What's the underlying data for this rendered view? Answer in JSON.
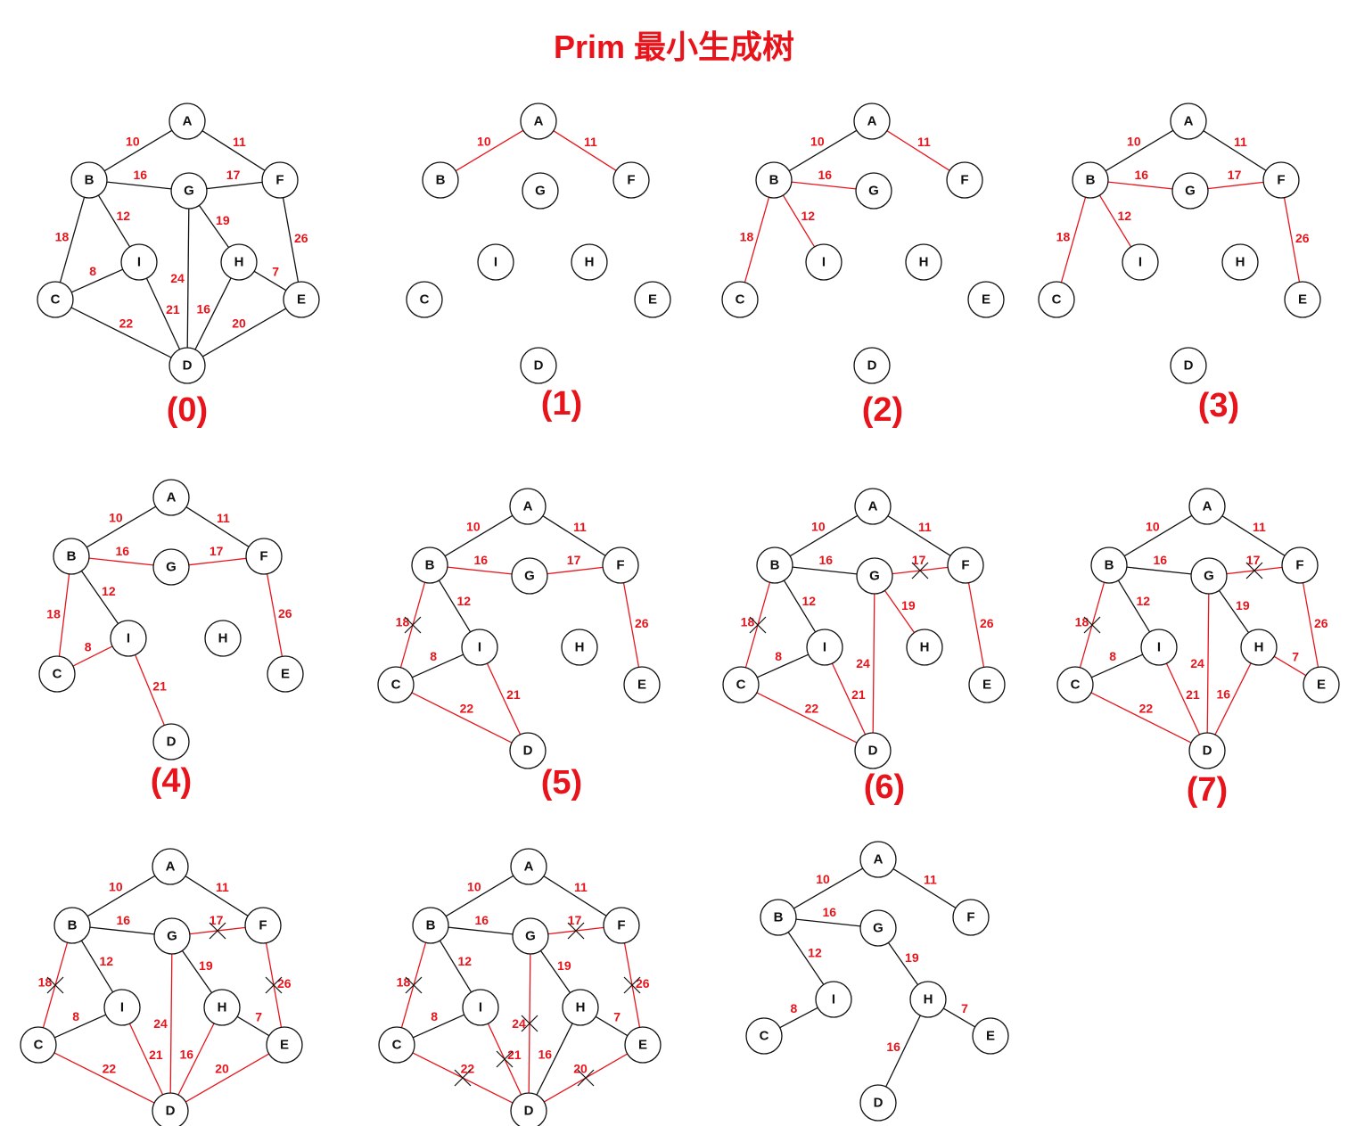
{
  "title": "Prim 最小生成树",
  "colors": {
    "tree": "#e8141b",
    "graph": "#111111",
    "weight": "#e8141b",
    "title": "#e8141b"
  },
  "panels": [
    {
      "label": "(0)",
      "edges": [
        {
          "u": "A",
          "v": "B",
          "w": "10",
          "c": "graph"
        },
        {
          "u": "A",
          "v": "F",
          "w": "11",
          "c": "graph"
        },
        {
          "u": "B",
          "v": "G",
          "w": "16",
          "c": "graph"
        },
        {
          "u": "G",
          "v": "F",
          "w": "17",
          "c": "graph"
        },
        {
          "u": "B",
          "v": "C",
          "w": "18",
          "c": "graph"
        },
        {
          "u": "B",
          "v": "I",
          "w": "12",
          "c": "graph"
        },
        {
          "u": "G",
          "v": "H",
          "w": "19",
          "c": "graph"
        },
        {
          "u": "F",
          "v": "E",
          "w": "26",
          "c": "graph"
        },
        {
          "u": "G",
          "v": "D",
          "w": "24",
          "c": "graph"
        },
        {
          "u": "I",
          "v": "C",
          "w": "8",
          "c": "graph"
        },
        {
          "u": "H",
          "v": "E",
          "w": "7",
          "c": "graph"
        },
        {
          "u": "I",
          "v": "D",
          "w": "21",
          "c": "graph"
        },
        {
          "u": "H",
          "v": "D",
          "w": "16",
          "c": "graph"
        },
        {
          "u": "C",
          "v": "D",
          "w": "22",
          "c": "graph"
        },
        {
          "u": "E",
          "v": "D",
          "w": "20",
          "c": "graph"
        }
      ]
    },
    {
      "label": "(1)",
      "edges": [
        {
          "u": "A",
          "v": "B",
          "w": "10",
          "c": "tree"
        },
        {
          "u": "A",
          "v": "F",
          "w": "11",
          "c": "tree"
        }
      ]
    },
    {
      "label": "(2)",
      "edges": [
        {
          "u": "A",
          "v": "B",
          "w": "10",
          "c": "graph"
        },
        {
          "u": "A",
          "v": "F",
          "w": "11",
          "c": "tree"
        },
        {
          "u": "B",
          "v": "G",
          "w": "16",
          "c": "tree"
        },
        {
          "u": "B",
          "v": "C",
          "w": "18",
          "c": "tree"
        },
        {
          "u": "B",
          "v": "I",
          "w": "12",
          "c": "tree"
        }
      ]
    },
    {
      "label": "(3)",
      "edges": [
        {
          "u": "A",
          "v": "B",
          "w": "10",
          "c": "graph"
        },
        {
          "u": "A",
          "v": "F",
          "w": "11",
          "c": "graph"
        },
        {
          "u": "B",
          "v": "G",
          "w": "16",
          "c": "tree"
        },
        {
          "u": "G",
          "v": "F",
          "w": "17",
          "c": "tree"
        },
        {
          "u": "B",
          "v": "C",
          "w": "18",
          "c": "tree"
        },
        {
          "u": "B",
          "v": "I",
          "w": "12",
          "c": "tree"
        },
        {
          "u": "F",
          "v": "E",
          "w": "26",
          "c": "tree"
        }
      ]
    },
    {
      "label": "(4)",
      "edges": [
        {
          "u": "A",
          "v": "B",
          "w": "10",
          "c": "graph"
        },
        {
          "u": "A",
          "v": "F",
          "w": "11",
          "c": "graph"
        },
        {
          "u": "B",
          "v": "G",
          "w": "16",
          "c": "tree"
        },
        {
          "u": "G",
          "v": "F",
          "w": "17",
          "c": "tree"
        },
        {
          "u": "B",
          "v": "C",
          "w": "18",
          "c": "tree"
        },
        {
          "u": "B",
          "v": "I",
          "w": "12",
          "c": "graph"
        },
        {
          "u": "F",
          "v": "E",
          "w": "26",
          "c": "tree"
        },
        {
          "u": "I",
          "v": "C",
          "w": "8",
          "c": "tree"
        },
        {
          "u": "I",
          "v": "D",
          "w": "21",
          "c": "tree"
        }
      ]
    },
    {
      "label": "(5)",
      "edges": [
        {
          "u": "A",
          "v": "B",
          "w": "10",
          "c": "graph"
        },
        {
          "u": "A",
          "v": "F",
          "w": "11",
          "c": "graph"
        },
        {
          "u": "B",
          "v": "G",
          "w": "16",
          "c": "tree"
        },
        {
          "u": "G",
          "v": "F",
          "w": "17",
          "c": "tree"
        },
        {
          "u": "B",
          "v": "C",
          "w": "18",
          "c": "tree",
          "x": true
        },
        {
          "u": "B",
          "v": "I",
          "w": "12",
          "c": "graph"
        },
        {
          "u": "F",
          "v": "E",
          "w": "26",
          "c": "tree"
        },
        {
          "u": "I",
          "v": "C",
          "w": "8",
          "c": "graph"
        },
        {
          "u": "I",
          "v": "D",
          "w": "21",
          "c": "tree"
        },
        {
          "u": "C",
          "v": "D",
          "w": "22",
          "c": "tree"
        }
      ]
    },
    {
      "label": "(6)",
      "edges": [
        {
          "u": "A",
          "v": "B",
          "w": "10",
          "c": "graph"
        },
        {
          "u": "A",
          "v": "F",
          "w": "11",
          "c": "graph"
        },
        {
          "u": "B",
          "v": "G",
          "w": "16",
          "c": "graph"
        },
        {
          "u": "G",
          "v": "F",
          "w": "17",
          "c": "tree",
          "x": true
        },
        {
          "u": "B",
          "v": "C",
          "w": "18",
          "c": "tree",
          "x": true
        },
        {
          "u": "B",
          "v": "I",
          "w": "12",
          "c": "graph"
        },
        {
          "u": "G",
          "v": "H",
          "w": "19",
          "c": "tree"
        },
        {
          "u": "F",
          "v": "E",
          "w": "26",
          "c": "tree"
        },
        {
          "u": "G",
          "v": "D",
          "w": "24",
          "c": "tree"
        },
        {
          "u": "I",
          "v": "C",
          "w": "8",
          "c": "graph"
        },
        {
          "u": "I",
          "v": "D",
          "w": "21",
          "c": "tree"
        },
        {
          "u": "C",
          "v": "D",
          "w": "22",
          "c": "tree"
        }
      ]
    },
    {
      "label": "(7)",
      "edges": [
        {
          "u": "A",
          "v": "B",
          "w": "10",
          "c": "graph"
        },
        {
          "u": "A",
          "v": "F",
          "w": "11",
          "c": "graph"
        },
        {
          "u": "B",
          "v": "G",
          "w": "16",
          "c": "graph"
        },
        {
          "u": "G",
          "v": "F",
          "w": "17",
          "c": "tree",
          "x": true
        },
        {
          "u": "B",
          "v": "C",
          "w": "18",
          "c": "tree",
          "x": true
        },
        {
          "u": "B",
          "v": "I",
          "w": "12",
          "c": "graph"
        },
        {
          "u": "G",
          "v": "H",
          "w": "19",
          "c": "graph"
        },
        {
          "u": "F",
          "v": "E",
          "w": "26",
          "c": "tree"
        },
        {
          "u": "G",
          "v": "D",
          "w": "24",
          "c": "tree"
        },
        {
          "u": "I",
          "v": "C",
          "w": "8",
          "c": "graph"
        },
        {
          "u": "H",
          "v": "E",
          "w": "7",
          "c": "tree"
        },
        {
          "u": "I",
          "v": "D",
          "w": "21",
          "c": "tree"
        },
        {
          "u": "H",
          "v": "D",
          "w": "16",
          "c": "tree"
        },
        {
          "u": "C",
          "v": "D",
          "w": "22",
          "c": "tree"
        }
      ]
    },
    {
      "label": "",
      "edges": [
        {
          "u": "A",
          "v": "B",
          "w": "10",
          "c": "graph"
        },
        {
          "u": "A",
          "v": "F",
          "w": "11",
          "c": "graph"
        },
        {
          "u": "B",
          "v": "G",
          "w": "16",
          "c": "graph"
        },
        {
          "u": "G",
          "v": "F",
          "w": "17",
          "c": "tree",
          "x": true
        },
        {
          "u": "B",
          "v": "C",
          "w": "18",
          "c": "tree",
          "x": true
        },
        {
          "u": "B",
          "v": "I",
          "w": "12",
          "c": "graph"
        },
        {
          "u": "G",
          "v": "H",
          "w": "19",
          "c": "graph"
        },
        {
          "u": "F",
          "v": "E",
          "w": "26",
          "c": "tree",
          "x": true
        },
        {
          "u": "G",
          "v": "D",
          "w": "24",
          "c": "tree"
        },
        {
          "u": "I",
          "v": "C",
          "w": "8",
          "c": "graph"
        },
        {
          "u": "H",
          "v": "E",
          "w": "7",
          "c": "graph"
        },
        {
          "u": "I",
          "v": "D",
          "w": "21",
          "c": "tree"
        },
        {
          "u": "H",
          "v": "D",
          "w": "16",
          "c": "tree"
        },
        {
          "u": "C",
          "v": "D",
          "w": "22",
          "c": "tree"
        },
        {
          "u": "E",
          "v": "D",
          "w": "20",
          "c": "tree"
        }
      ]
    },
    {
      "label": "",
      "edges": [
        {
          "u": "A",
          "v": "B",
          "w": "10",
          "c": "graph"
        },
        {
          "u": "A",
          "v": "F",
          "w": "11",
          "c": "graph"
        },
        {
          "u": "B",
          "v": "G",
          "w": "16",
          "c": "graph"
        },
        {
          "u": "G",
          "v": "F",
          "w": "17",
          "c": "tree",
          "x": true
        },
        {
          "u": "B",
          "v": "C",
          "w": "18",
          "c": "tree",
          "x": true
        },
        {
          "u": "B",
          "v": "I",
          "w": "12",
          "c": "graph"
        },
        {
          "u": "G",
          "v": "H",
          "w": "19",
          "c": "graph"
        },
        {
          "u": "F",
          "v": "E",
          "w": "26",
          "c": "tree",
          "x": true
        },
        {
          "u": "G",
          "v": "D",
          "w": "24",
          "c": "tree",
          "x": true
        },
        {
          "u": "I",
          "v": "C",
          "w": "8",
          "c": "graph"
        },
        {
          "u": "H",
          "v": "E",
          "w": "7",
          "c": "graph"
        },
        {
          "u": "I",
          "v": "D",
          "w": "21",
          "c": "tree",
          "x": true
        },
        {
          "u": "H",
          "v": "D",
          "w": "16",
          "c": "graph"
        },
        {
          "u": "C",
          "v": "D",
          "w": "22",
          "c": "tree",
          "x": true
        },
        {
          "u": "E",
          "v": "D",
          "w": "20",
          "c": "tree",
          "x": true
        }
      ]
    },
    {
      "label": "",
      "edges": [
        {
          "u": "A",
          "v": "B",
          "w": "10",
          "c": "graph"
        },
        {
          "u": "A",
          "v": "F",
          "w": "11",
          "c": "graph"
        },
        {
          "u": "B",
          "v": "G",
          "w": "16",
          "c": "graph"
        },
        {
          "u": "B",
          "v": "I",
          "w": "12",
          "c": "graph"
        },
        {
          "u": "G",
          "v": "H",
          "w": "19",
          "c": "graph"
        },
        {
          "u": "I",
          "v": "C",
          "w": "8",
          "c": "graph"
        },
        {
          "u": "H",
          "v": "E",
          "w": "7",
          "c": "graph"
        },
        {
          "u": "H",
          "v": "D",
          "w": "16",
          "c": "graph"
        }
      ]
    }
  ]
}
